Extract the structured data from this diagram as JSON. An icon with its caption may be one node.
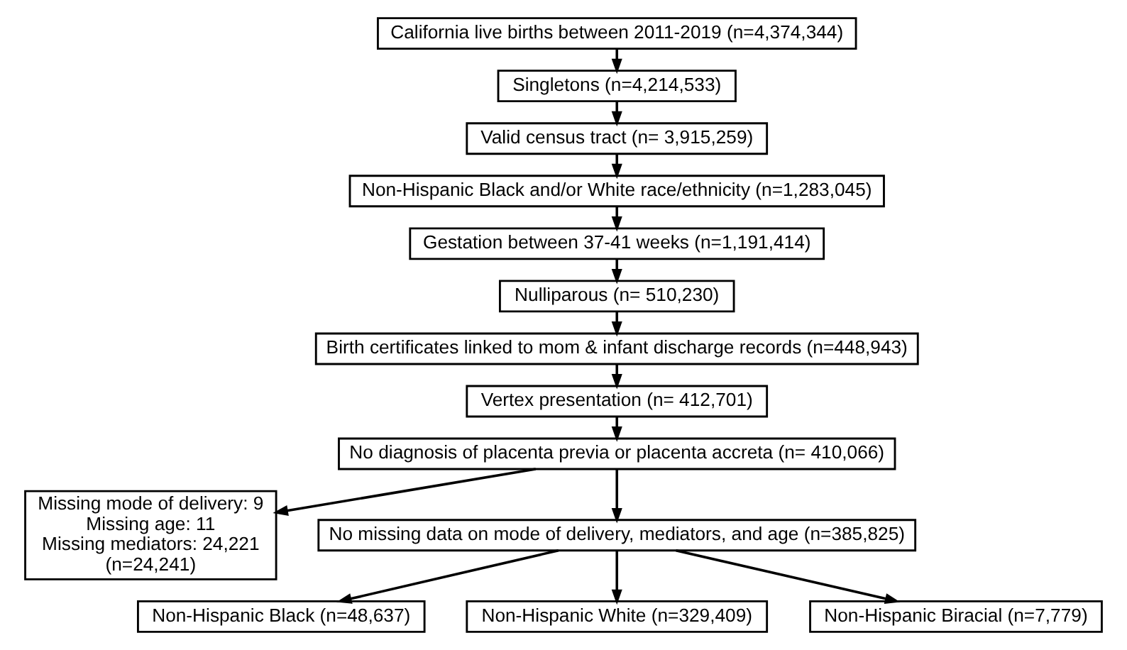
{
  "diagram": {
    "nodes": [
      {
        "text": [
          "California live births between 2011-2019 (n=4,374,344)"
        ]
      },
      {
        "text": [
          "Singletons (n=4,214,533)"
        ]
      },
      {
        "text": [
          "Valid census tract (n= 3,915,259)"
        ]
      },
      {
        "text": [
          "Non-Hispanic Black and/or White race/ethnicity (n=1,283,045)"
        ]
      },
      {
        "text": [
          "Gestation between 37-41 weeks (n=1,191,414)"
        ]
      },
      {
        "text": [
          "Nulliparous (n= 510,230)"
        ]
      },
      {
        "text": [
          "Birth certificates linked to mom & infant discharge records (n=448,943)"
        ]
      },
      {
        "text": [
          "Vertex presentation (n= 412,701)"
        ]
      },
      {
        "text": [
          "No diagnosis of placenta previa or placenta accreta (n= 410,066)"
        ]
      },
      {
        "text": [
          "Missing mode of delivery: 9",
          "Missing age: 11",
          "Missing mediators: 24,221",
          "(n=24,241)"
        ]
      },
      {
        "text": [
          "No missing data on mode of delivery, mediators, and age (n=385,825)"
        ]
      },
      {
        "text": [
          "Non-Hispanic Black (n=48,637)"
        ]
      },
      {
        "text": [
          "Non-Hispanic White (n=329,409)"
        ]
      },
      {
        "text": [
          "Non-Hispanic Biracial (n=7,779)"
        ]
      }
    ],
    "edges": [
      {
        "from": 0,
        "to": 1,
        "arrow": "to"
      },
      {
        "from": 1,
        "to": 2,
        "arrow": "to"
      },
      {
        "from": 2,
        "to": 3,
        "arrow": "to"
      },
      {
        "from": 3,
        "to": 4,
        "arrow": "to"
      },
      {
        "from": 4,
        "to": 5,
        "arrow": "to"
      },
      {
        "from": 5,
        "to": 6,
        "arrow": "to"
      },
      {
        "from": 6,
        "to": 7,
        "arrow": "to"
      },
      {
        "from": 7,
        "to": 8,
        "arrow": "to"
      },
      {
        "from": 8,
        "to": 10,
        "arrow": "to"
      },
      {
        "from": 8,
        "to": 9,
        "arrow": "to"
      },
      {
        "from": 10,
        "to": 11,
        "arrow": "to"
      },
      {
        "from": 10,
        "to": 12,
        "arrow": "to"
      },
      {
        "from": 10,
        "to": 13,
        "arrow": "to"
      }
    ]
  }
}
